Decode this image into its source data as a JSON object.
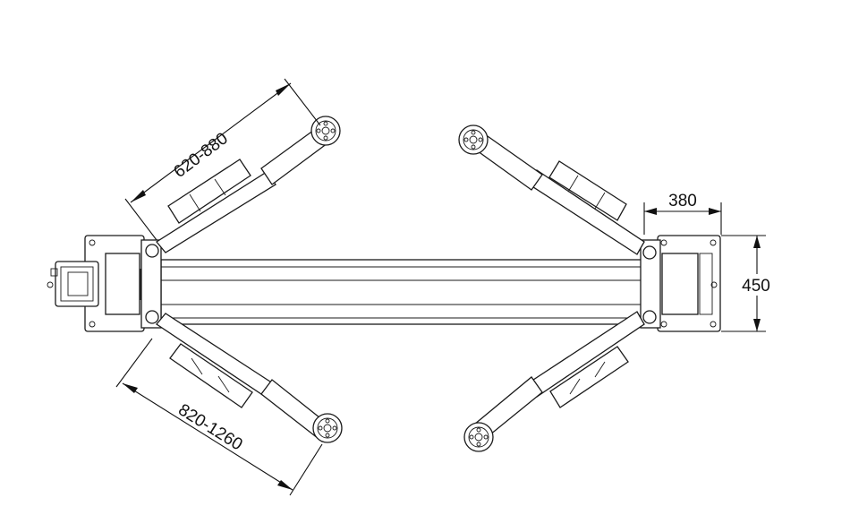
{
  "diagram": {
    "dimensions": {
      "front_arm": "620-880",
      "rear_arm": "820-1260",
      "column_width": "380",
      "column_depth": "450"
    }
  }
}
